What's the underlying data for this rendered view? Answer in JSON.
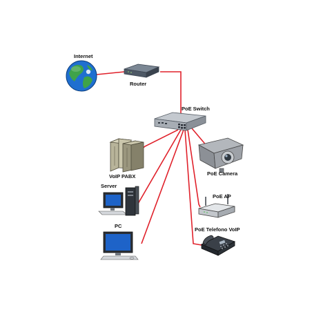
{
  "diagram": {
    "nodes": {
      "internet": {
        "label": "Internet",
        "icon": "globe-icon"
      },
      "router": {
        "label": "Router",
        "icon": "router-icon"
      },
      "poe_switch": {
        "label": "PoE Switch",
        "icon": "switch-icon"
      },
      "voip_pabx": {
        "label": "VoIP PABX",
        "icon": "pabx-icon"
      },
      "server": {
        "label": "Server",
        "icon": "server-icon"
      },
      "pc": {
        "label": "PC",
        "icon": "pc-icon"
      },
      "poe_camera": {
        "label": "PoE Camera",
        "icon": "camera-icon"
      },
      "poe_ap": {
        "label": "PoE AP",
        "icon": "access-point-icon"
      },
      "poe_phone": {
        "label": "PoE Telefono VoIP",
        "icon": "phone-icon"
      }
    },
    "colors": {
      "link": "#e0202a",
      "device_gray": "#9a9fa6",
      "screen_blue": "#1e63c8",
      "globe_blue": "#1f6fd0",
      "land_green": "#3fa34a"
    }
  }
}
